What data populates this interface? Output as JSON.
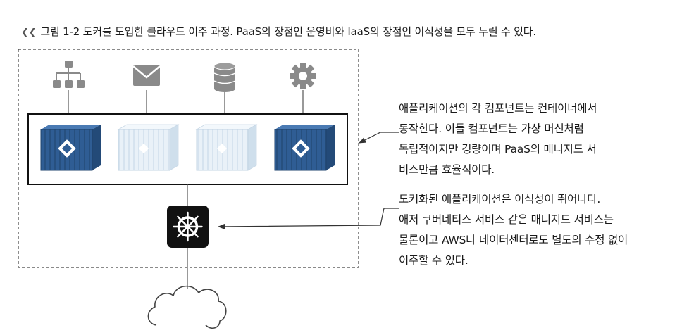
{
  "caption": {
    "marker_icon": "chevron-down-double-icon",
    "text": "그림 1-2 도커를 도입한 클라우드 이주 과정. PaaS의 장점인 운영비와 IaaS의 장점인 이식성을 모두 누릴 수 있다."
  },
  "diagram": {
    "services": [
      {
        "icon": "hierarchy-icon"
      },
      {
        "icon": "mail-icon"
      },
      {
        "icon": "database-icon"
      },
      {
        "icon": "gear-icon"
      }
    ],
    "containers": [
      {
        "style": "docker-blue"
      },
      {
        "style": "light"
      },
      {
        "style": "light"
      },
      {
        "style": "docker-blue"
      }
    ],
    "orchestrator_icon": "helm-wheel-icon",
    "cloud_icon": "cloud-icon",
    "colors": {
      "container_blue": "#2f5d94",
      "container_light": "#e4eef7",
      "icon_gray": "#8a8a8a",
      "orchestrator_bg": "#111111"
    }
  },
  "notes": {
    "top": [
      "애플리케이션의 각 컴포넌트는 컨테이너에서",
      "동작한다. 이들 컴포넌트는 가상 머신처럼",
      "독립적이지만 경량이며 PaaS의 매니지드 서",
      "비스만큼 효율적이다."
    ],
    "bottom": [
      "도커화된 애플리케이션은 이식성이 뛰어나다.",
      "애저 쿠버네티스 서비스 같은 매니지드 서비스는",
      "물론이고 AWS나 데이터센터로도 별도의 수정 없이",
      "이주할 수 있다."
    ]
  }
}
